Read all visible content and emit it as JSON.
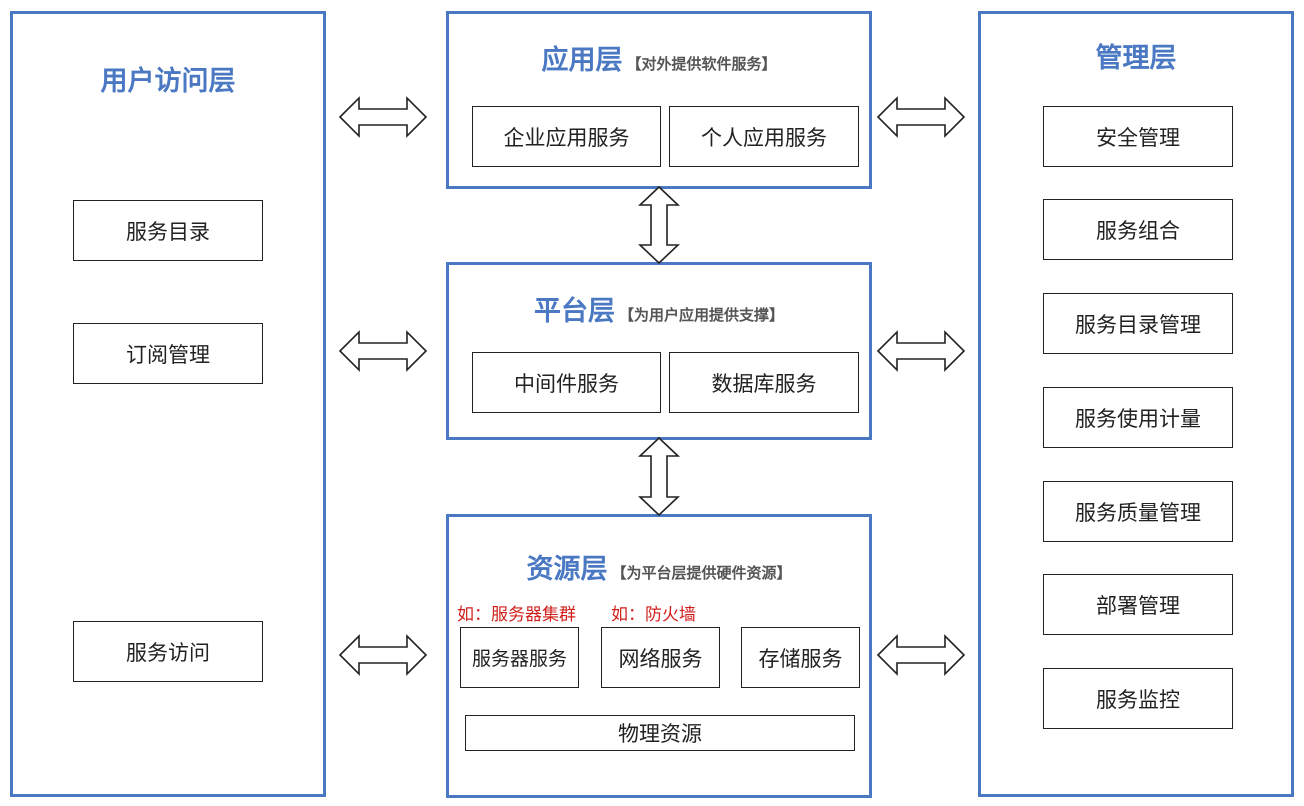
{
  "user_layer": {
    "title": "用户访问层",
    "items": [
      "服务目录",
      "订阅管理",
      "服务访问"
    ]
  },
  "app_layer": {
    "title": "应用层",
    "subtitle": "【对外提供软件服务】",
    "items": [
      "企业应用服务",
      "个人应用服务"
    ]
  },
  "platform_layer": {
    "title": "平台层",
    "subtitle": "【为用户应用提供支撑】",
    "items": [
      "中间件服务",
      "数据库服务"
    ]
  },
  "resource_layer": {
    "title": "资源层",
    "subtitle": "【为平台层提供硬件资源】",
    "notes": [
      "如：服务器集群",
      "如：防火墙"
    ],
    "items": [
      "服务器服务",
      "网络服务",
      "存储服务"
    ],
    "physical": "物理资源"
  },
  "management_layer": {
    "title": "管理层",
    "items": [
      "安全管理",
      "服务组合",
      "服务目录管理",
      "服务使用计量",
      "服务质量管理",
      "部署管理",
      "服务监控"
    ]
  },
  "colors": {
    "panel_border": "#4a78c2",
    "title": "#4a78c2",
    "note": "#d0201c"
  }
}
